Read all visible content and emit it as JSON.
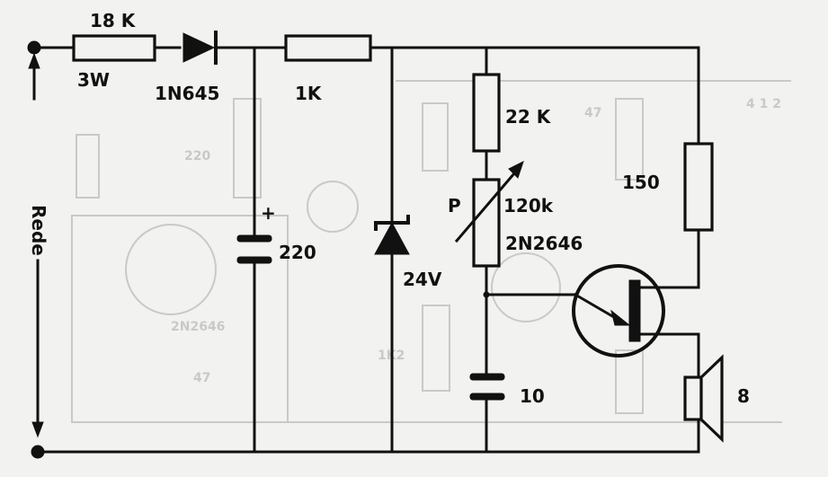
{
  "labels": {
    "r1_value": "18 K",
    "r1_power": "3W",
    "diode": "1N645",
    "r2": "1K",
    "c1": "220",
    "zener": "24V",
    "r3": "22 K",
    "pot_letter": "P",
    "pot_value": "120k",
    "transistor": "2N2646",
    "c2": "10",
    "r4": "150",
    "speaker": "8",
    "mains": "Rede",
    "plus": "+"
  }
}
